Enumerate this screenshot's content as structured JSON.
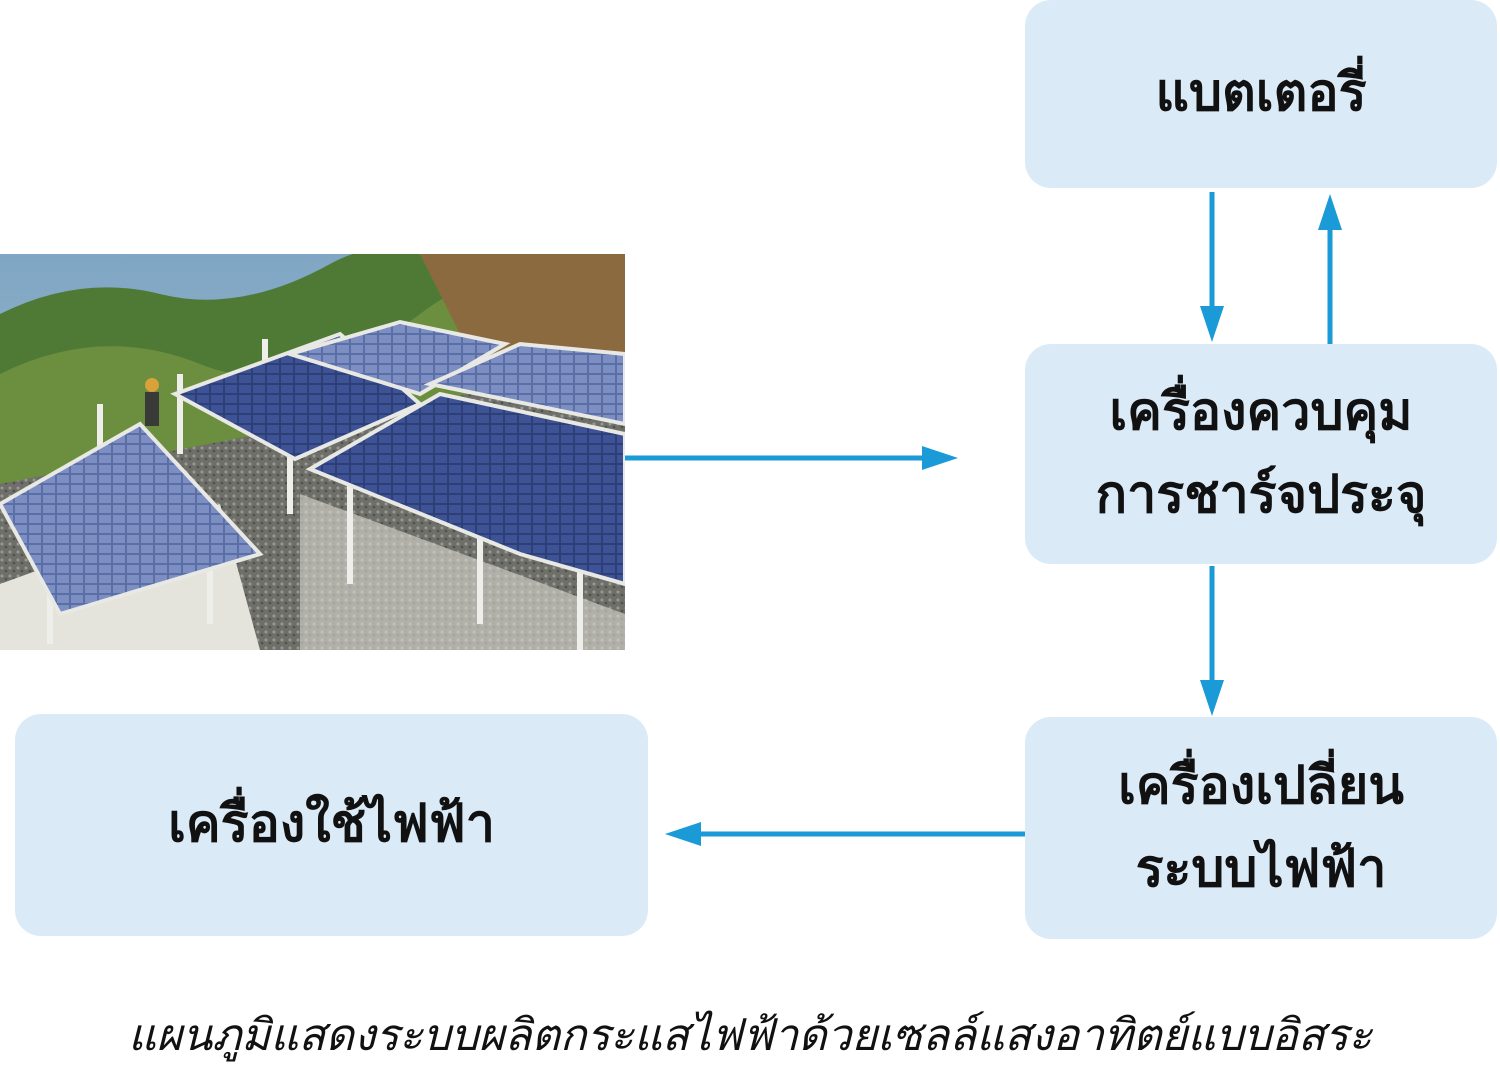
{
  "nodes": {
    "battery": {
      "lines": [
        "แบตเตอรี่"
      ]
    },
    "charge_controller": {
      "lines": [
        "เครื่องควบคุม",
        "การชาร์จประจุ"
      ]
    },
    "inverter": {
      "lines": [
        "เครื่องเปลี่ยน",
        "ระบบไฟฟ้า"
      ]
    },
    "appliance": {
      "lines": [
        "เครื่องใช้ไฟฟ้า"
      ]
    }
  },
  "edges": [
    {
      "from": "solar-panels-photo",
      "to": "charge_controller"
    },
    {
      "from": "battery",
      "to": "charge_controller"
    },
    {
      "from": "charge_controller",
      "to": "battery"
    },
    {
      "from": "charge_controller",
      "to": "inverter"
    },
    {
      "from": "inverter",
      "to": "appliance"
    }
  ],
  "caption": "แผนภูมิแสดงระบบผลิตกระแสไฟฟ้าด้วยเซลล์แสงอาทิตย์แบบอิสระ",
  "colors": {
    "box_fill": "#dbeaf7",
    "arrow": "#1a9ad6"
  }
}
